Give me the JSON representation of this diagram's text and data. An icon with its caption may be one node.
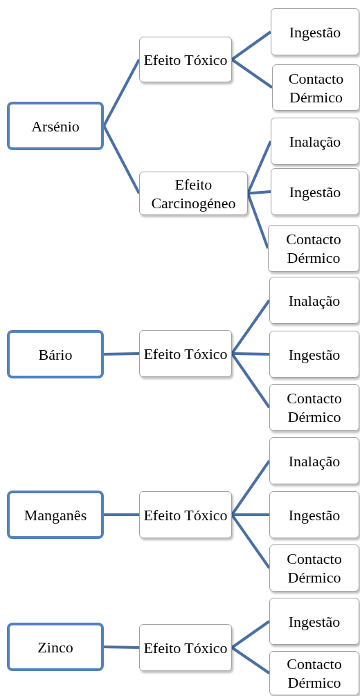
{
  "diagram": {
    "nodes": [
      {
        "text": [
          "Arsénio"
        ]
      },
      {
        "text": [
          "Efeito Tóxico"
        ]
      },
      {
        "text": [
          "Ingestão"
        ]
      },
      {
        "text": [
          "Contacto Dérmico"
        ]
      },
      {
        "text": [
          "Efeito Carcinogéneo"
        ]
      },
      {
        "text": [
          "Inalação"
        ]
      },
      {
        "text": [
          "Ingestão"
        ]
      },
      {
        "text": [
          "Contacto Dérmico"
        ]
      },
      {
        "text": [
          "Bário"
        ]
      },
      {
        "text": [
          "Efeito Tóxico"
        ]
      },
      {
        "text": [
          "Inalação"
        ]
      },
      {
        "text": [
          "Ingestão"
        ]
      },
      {
        "text": [
          "Contacto Dérmico"
        ]
      },
      {
        "text": [
          "Manganês"
        ]
      },
      {
        "text": [
          "Efeito Tóxico"
        ]
      },
      {
        "text": [
          "Inalação"
        ]
      },
      {
        "text": [
          "Ingestão"
        ]
      },
      {
        "text": [
          "Contacto Dérmico"
        ]
      },
      {
        "text": [
          "Zinco"
        ]
      },
      {
        "text": [
          "Efeito Tóxico"
        ]
      },
      {
        "text": [
          "Ingestão"
        ]
      },
      {
        "text": [
          "Contacto Dérmico"
        ]
      }
    ],
    "edges": [
      {
        "from": 0,
        "to": 1,
        "arrow": "none"
      },
      {
        "from": 1,
        "to": 2,
        "arrow": "none"
      },
      {
        "from": 1,
        "to": 3,
        "arrow": "none"
      },
      {
        "from": 0,
        "to": 4,
        "arrow": "none"
      },
      {
        "from": 4,
        "to": 5,
        "arrow": "none"
      },
      {
        "from": 4,
        "to": 6,
        "arrow": "none"
      },
      {
        "from": 4,
        "to": 7,
        "arrow": "none"
      },
      {
        "from": 8,
        "to": 9,
        "arrow": "none"
      },
      {
        "from": 9,
        "to": 10,
        "arrow": "none"
      },
      {
        "from": 9,
        "to": 11,
        "arrow": "none"
      },
      {
        "from": 9,
        "to": 12,
        "arrow": "none"
      },
      {
        "from": 13,
        "to": 14,
        "arrow": "none"
      },
      {
        "from": 14,
        "to": 15,
        "arrow": "none"
      },
      {
        "from": 14,
        "to": 16,
        "arrow": "none"
      },
      {
        "from": 14,
        "to": 17,
        "arrow": "none"
      },
      {
        "from": 18,
        "to": 19,
        "arrow": "none"
      },
      {
        "from": 19,
        "to": 20,
        "arrow": "none"
      },
      {
        "from": 19,
        "to": 21,
        "arrow": "none"
      }
    ]
  }
}
